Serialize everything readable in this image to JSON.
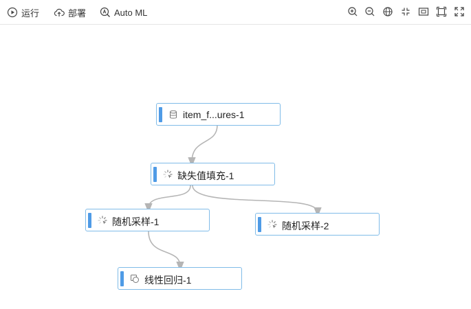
{
  "toolbar": {
    "run_label": "运行",
    "deploy_label": "部署",
    "automl_label": "Auto ML",
    "right_icons": [
      "zoom-in-icon",
      "zoom-out-icon",
      "globe-icon",
      "collapse-icon",
      "minimap-icon",
      "fit-view-icon",
      "fullscreen-icon"
    ]
  },
  "nodes": [
    {
      "id": "n1",
      "label": "item_f...ures-1",
      "icon": "database-icon"
    },
    {
      "id": "n2",
      "label": "缺失值填充-1",
      "icon": "loading-icon"
    },
    {
      "id": "n3",
      "label": "随机采样-1",
      "icon": "loading-icon"
    },
    {
      "id": "n4",
      "label": "随机采样-2",
      "icon": "loading-icon"
    },
    {
      "id": "n5",
      "label": "线性回归-1",
      "icon": "model-icon"
    }
  ],
  "colors": {
    "node_border": "#7fbbe8",
    "node_bar": "#4f9be6",
    "edge": "#b5b5b5"
  }
}
